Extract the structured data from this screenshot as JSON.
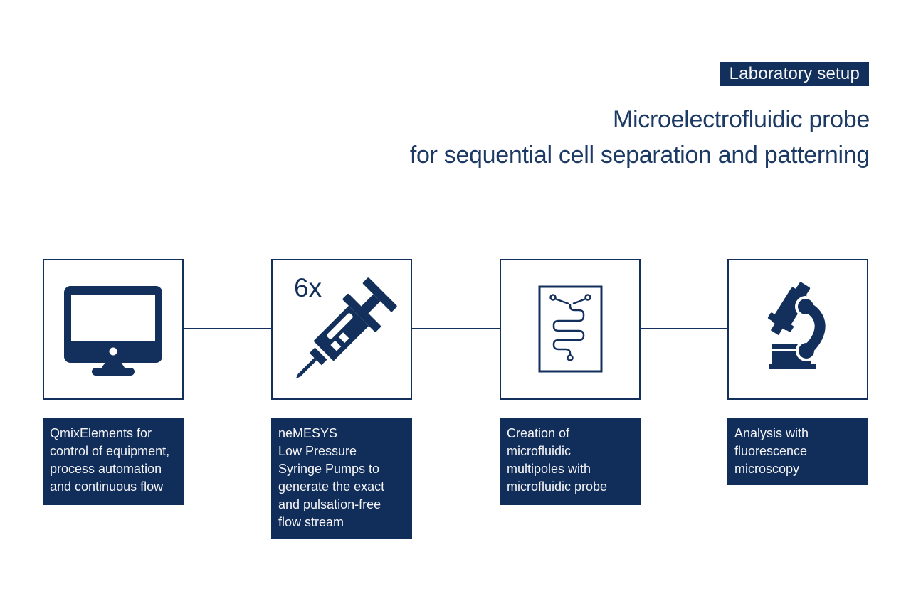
{
  "theme": {
    "navy": "#13305C",
    "caption_background": "#112D59",
    "title_color": "#1D3A64",
    "caption_text_color": "#F5F5F7"
  },
  "header": {
    "badge_label": "Laboratory setup",
    "title_line1": "Microelectrofluidic probe",
    "title_line2": "for sequential cell separation and patterning"
  },
  "steps": [
    {
      "icon": "computer-monitor",
      "caption": "QmixElements for\ncontrol of equipment,\nprocess automation\nand continuous flow"
    },
    {
      "icon": "syringe",
      "count_label": "6x",
      "caption": "neMESYS\nLow Pressure\nSyringe Pumps to\ngenerate the exact\nand pulsation-free\nflow stream"
    },
    {
      "icon": "microfluidic-chip",
      "caption": "Creation of\nmicrofluidic\nmultipoles with\nmicrofluidic probe"
    },
    {
      "icon": "microscope",
      "caption": "Analysis with\nfluorescence\nmicroscopy"
    }
  ]
}
